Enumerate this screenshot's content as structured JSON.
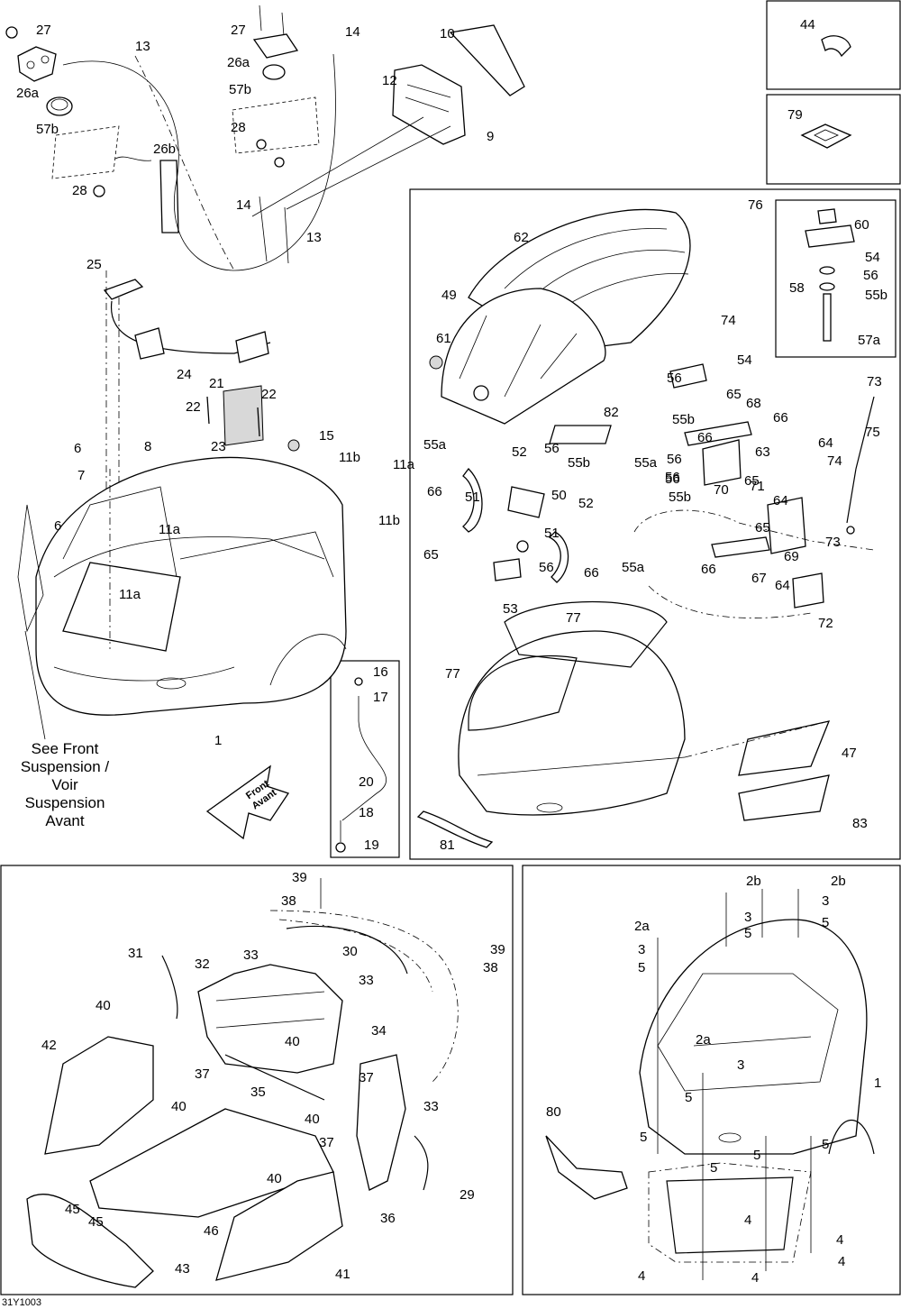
{
  "labels": {
    "A": [
      "27",
      "13",
      "14",
      "10",
      "26a",
      "26a",
      "27",
      "57b",
      "12",
      "57b",
      "28",
      "9",
      "26b",
      "28",
      "14",
      "13",
      "25",
      "24",
      "21",
      "22",
      "22",
      "6",
      "8",
      "23",
      "15",
      "7",
      "11b",
      "11a",
      "11b",
      "6",
      "11a",
      "11a",
      "1",
      "16",
      "17",
      "20",
      "18",
      "19"
    ],
    "B": [
      "44",
      "79"
    ],
    "C": [
      "76",
      "62",
      "60",
      "54",
      "56",
      "58",
      "55b",
      "57a",
      "49",
      "61",
      "74",
      "54",
      "82",
      "56",
      "65",
      "68",
      "73",
      "55b",
      "66",
      "75",
      "55a",
      "52",
      "56",
      "64",
      "56",
      "55b",
      "63",
      "74",
      "66",
      "51",
      "50",
      "52",
      "66",
      "56",
      "65",
      "55a",
      "51",
      "64",
      "65",
      "70",
      "71",
      "56",
      "55b",
      "65",
      "73",
      "69",
      "64",
      "72",
      "67",
      "66",
      "55a",
      "56",
      "66",
      "53",
      "77",
      "77",
      "47",
      "83",
      "81"
    ],
    "D": [
      "39",
      "38",
      "39",
      "38",
      "30",
      "31",
      "32",
      "33",
      "33",
      "40",
      "34",
      "40",
      "42",
      "37",
      "37",
      "35",
      "40",
      "33",
      "40",
      "37",
      "40",
      "29",
      "36",
      "45",
      "46",
      "45",
      "41",
      "43"
    ],
    "E": [
      "2b",
      "2b",
      "3",
      "3",
      "2a",
      "5",
      "5",
      "3",
      "5",
      "2a",
      "3",
      "5",
      "1",
      "80",
      "5",
      "5",
      "5",
      "5",
      "4",
      "4",
      "4",
      "4",
      "4"
    ]
  },
  "note_lines": [
    "See Front",
    "Suspension /",
    "Voir",
    "Suspension",
    "Avant"
  ],
  "arrow_text": [
    "Front",
    "Avant"
  ],
  "figure_code": "31Y1003"
}
